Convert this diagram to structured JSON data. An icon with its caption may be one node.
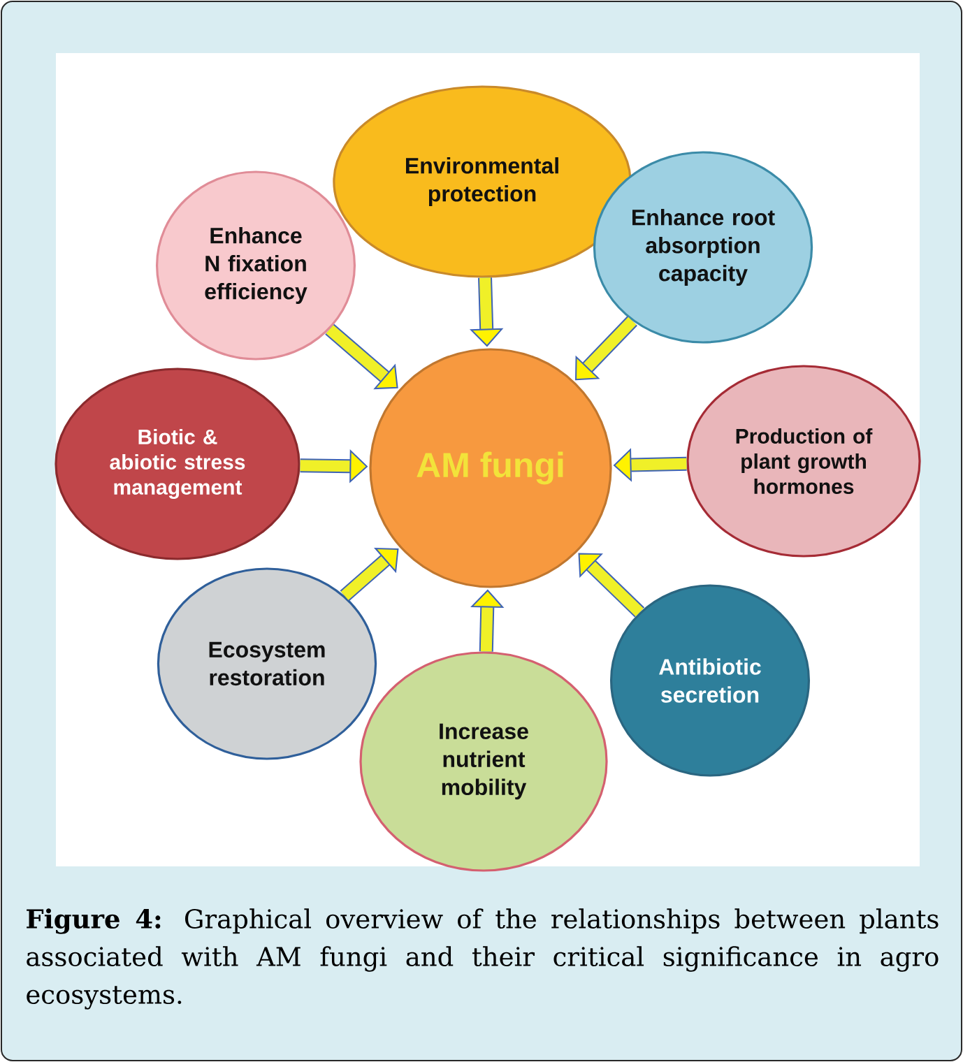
{
  "diagram": {
    "caption": "**Figure 4:** Graphical overview of the relationships between plants associated with AM fungi and their critical significance in agro ecosystems.",
    "nodes": [
      {
        "text": [
          "AM fungi"
        ]
      },
      {
        "text": [
          "Environmental protection"
        ]
      },
      {
        "text": [
          "Enhance N fixation efficiency"
        ]
      },
      {
        "text": [
          "Enhance root absorption capacity"
        ]
      },
      {
        "text": [
          "Biotic & abiotic stress management"
        ]
      },
      {
        "text": [
          "Production of plant growth hormones"
        ]
      },
      {
        "text": [
          "Ecosystem restoration"
        ]
      },
      {
        "text": [
          "Increase nutrient mobility"
        ]
      },
      {
        "text": [
          "Antibiotic secretion"
        ]
      }
    ],
    "edges": [
      {
        "from": 1,
        "to": 0,
        "arrow": "to"
      },
      {
        "from": 2,
        "to": 0,
        "arrow": "to"
      },
      {
        "from": 3,
        "to": 0,
        "arrow": "to"
      },
      {
        "from": 4,
        "to": 0,
        "arrow": "to"
      },
      {
        "from": 5,
        "to": 0,
        "arrow": "to"
      },
      {
        "from": 6,
        "to": 0,
        "arrow": "to"
      },
      {
        "from": 7,
        "to": 0,
        "arrow": "to"
      },
      {
        "from": 8,
        "to": 0,
        "arrow": "to"
      }
    ]
  }
}
